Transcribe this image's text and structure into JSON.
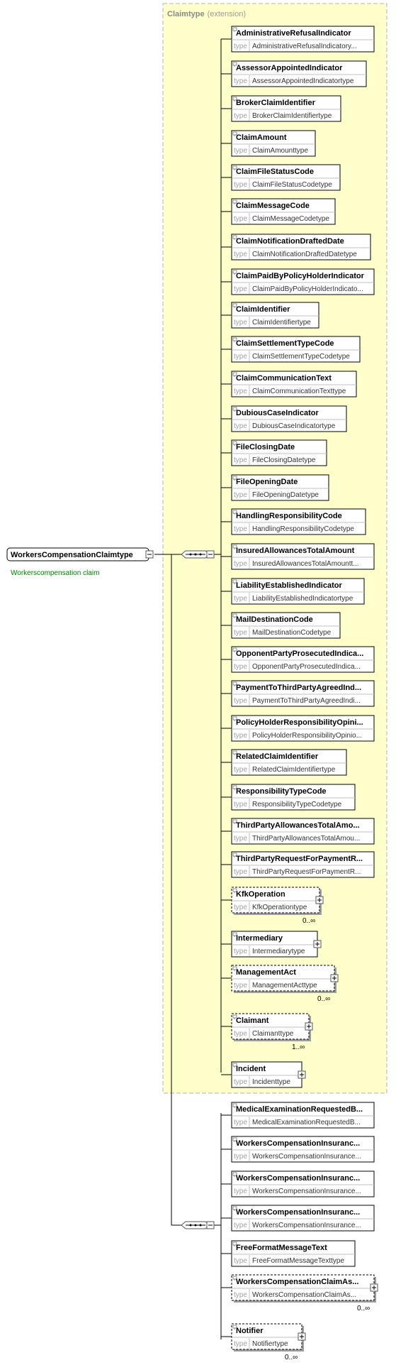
{
  "root": {
    "name": "WorkersCompensationClaimtype",
    "doc": "Workerscompensation claim"
  },
  "extension": {
    "base": "Claimtype",
    "label": "(extension)"
  },
  "type_keyword": "type",
  "ext_elements": [
    {
      "name": "AdministrativeRefusalIndicator",
      "type": "AdministrativeRefusalIndicatory..."
    },
    {
      "name": "AssessorAppointedIndicator",
      "type": "AssessorAppointedIndicatortype"
    },
    {
      "name": "BrokerClaimIdentifier",
      "type": "BrokerClaimIdentifiertype"
    },
    {
      "name": "ClaimAmount",
      "type": "ClaimAmounttype"
    },
    {
      "name": "ClaimFileStatusCode",
      "type": "ClaimFileStatusCodetype"
    },
    {
      "name": "ClaimMessageCode",
      "type": "ClaimMessageCodetype"
    },
    {
      "name": "ClaimNotificationDraftedDate",
      "type": "ClaimNotificationDraftedDatetype"
    },
    {
      "name": "ClaimPaidByPolicyHolderIndicator",
      "type": "ClaimPaidByPolicyHolderIndicato..."
    },
    {
      "name": "ClaimIdentifier",
      "type": "ClaimIdentifiertype"
    },
    {
      "name": "ClaimSettlementTypeCode",
      "type": "ClaimSettlementTypeCodetype"
    },
    {
      "name": "ClaimCommunicationText",
      "type": "ClaimCommunicationTexttype"
    },
    {
      "name": "DubiousCaseIndicator",
      "type": "DubiousCaseIndicatortype"
    },
    {
      "name": "FileClosingDate",
      "type": "FileClosingDatetype"
    },
    {
      "name": "FileOpeningDate",
      "type": "FileOpeningDatetype"
    },
    {
      "name": "HandlingResponsibilityCode",
      "type": "HandlingResponsibilityCodetype"
    },
    {
      "name": "InsuredAllowancesTotalAmount",
      "type": "InsuredAllowancesTotalAmountt..."
    },
    {
      "name": "LiabilityEstablishedIndicator",
      "type": "LiabilityEstablishedIndicatortype"
    },
    {
      "name": "MailDestinationCode",
      "type": "MailDestinationCodetype"
    },
    {
      "name": "OpponentPartyProsecutedIndica...",
      "type": "OpponentPartyProsecutedIndica..."
    },
    {
      "name": "PaymentToThirdPartyAgreedInd...",
      "type": "PaymentToThirdPartyAgreedIndi..."
    },
    {
      "name": "PolicyHolderResponsibilityOpini...",
      "type": "PolicyHolderResponsibilityOpinio..."
    },
    {
      "name": "RelatedClaimIdentifier",
      "type": "RelatedClaimIdentifiertype"
    },
    {
      "name": "ResponsibilityTypeCode",
      "type": "ResponsibilityTypeCodetype"
    },
    {
      "name": "ThirdPartyAllowancesTotalAmo...",
      "type": "ThirdPartyAllowancesTotalAmou..."
    },
    {
      "name": "ThirdPartyRequestForPaymentR...",
      "type": "ThirdPartyRequestForPaymentR..."
    },
    {
      "name": "KfkOperation",
      "type": "KfkOperationtype",
      "occurs": "0..∞"
    },
    {
      "name": "Intermediary",
      "type": "Intermediarytype"
    },
    {
      "name": "ManagementAct",
      "type": "ManagementActtype",
      "occurs": "0..∞"
    },
    {
      "name": "Claimant",
      "type": "Claimanttype",
      "occurs": "1..∞"
    },
    {
      "name": "Incident",
      "type": "Incidenttype"
    }
  ],
  "own_elements": [
    {
      "name": "MedicalExaminationRequestedB...",
      "type": "MedicalExaminationRequestedB..."
    },
    {
      "name": "WorkersCompensationInsuranc...",
      "type": "WorkersCompensationInsurance..."
    },
    {
      "name": "WorkersCompensationInsuranc...",
      "type": "WorkersCompensationInsurance..."
    },
    {
      "name": "WorkersCompensationInsuranc...",
      "type": "WorkersCompensationInsurance..."
    },
    {
      "name": "FreeFormatMessageText",
      "type": "FreeFormatMessageTexttype"
    },
    {
      "name": "WorkersCompensationClaimAs...",
      "type": "WorkersCompensationClaimAs...",
      "occurs": "0..∞"
    },
    {
      "name": "Notifier",
      "type": "Notifiertype",
      "occurs": "0..∞"
    }
  ]
}
